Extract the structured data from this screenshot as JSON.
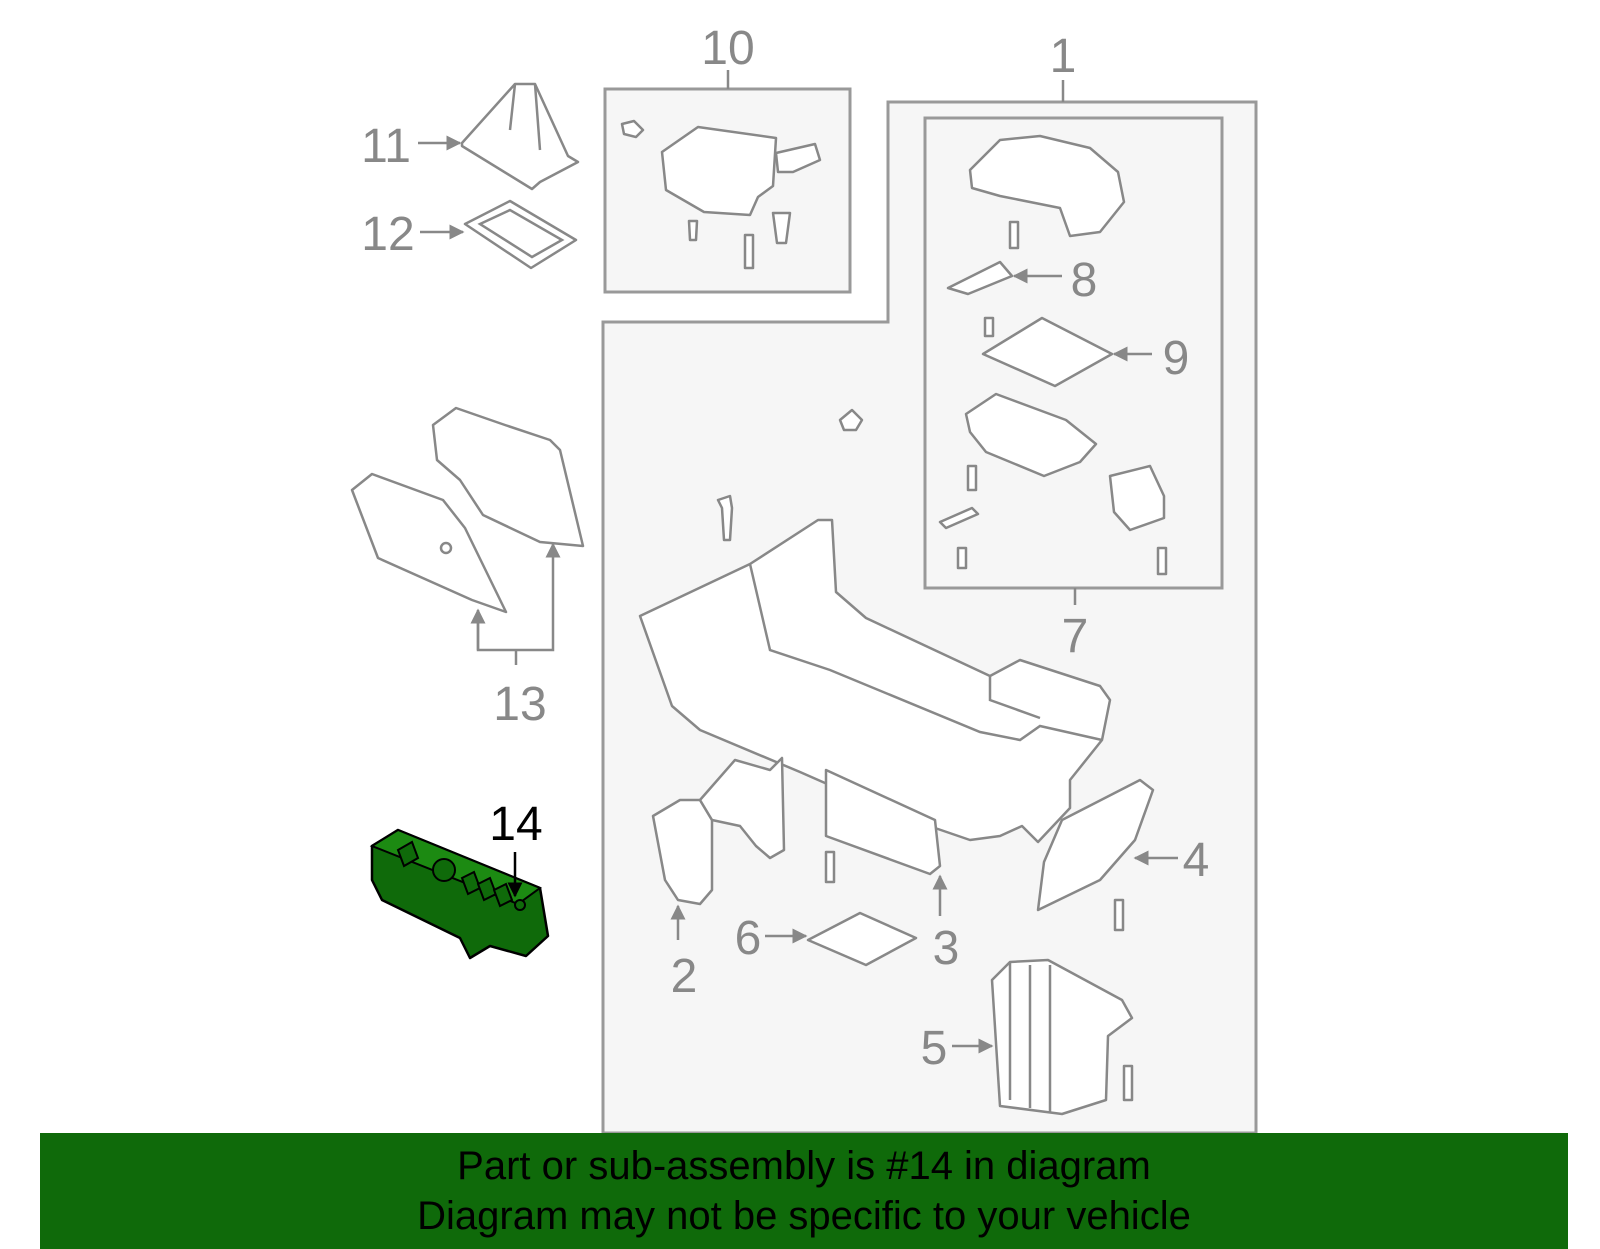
{
  "callouts": {
    "c1": "1",
    "c2": "2",
    "c3": "3",
    "c4": "4",
    "c5": "5",
    "c6": "6",
    "c7": "7",
    "c8": "8",
    "c9": "9",
    "c10": "10",
    "c11": "11",
    "c12": "12",
    "c13": "13",
    "c14": "14"
  },
  "highlight": {
    "callout": "14",
    "color": "#0f6a0a"
  },
  "banner": {
    "line1": "Part or sub-assembly is #14 in diagram",
    "line2": "Diagram may not be specific to your vehicle",
    "color": "#0f6a0a"
  }
}
